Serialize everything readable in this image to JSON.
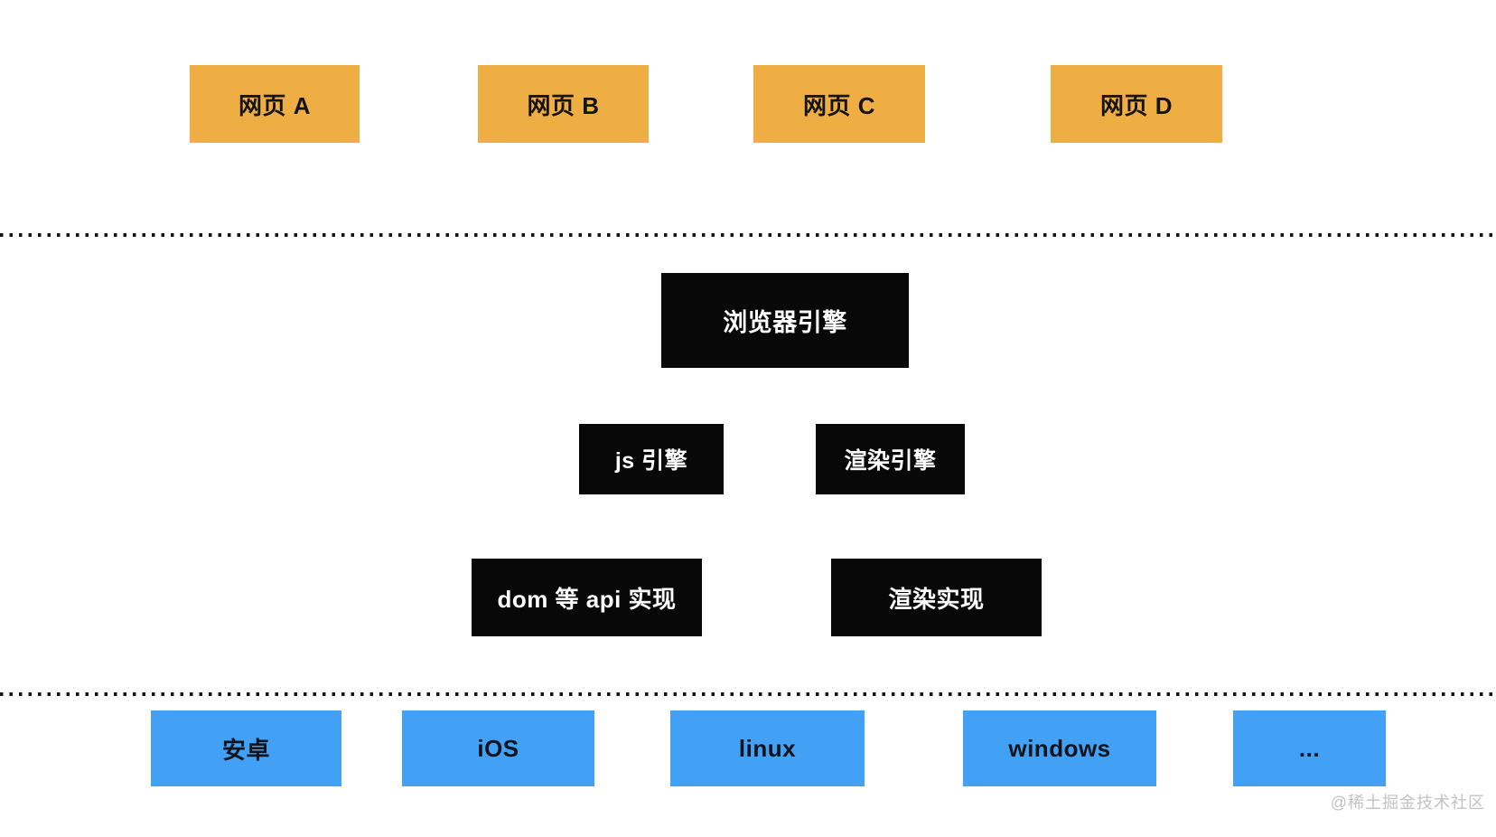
{
  "colors": {
    "webpage_box": "#efae44",
    "engine_box": "#080808",
    "platform_box": "#42a1f5",
    "dark_text": "#141414",
    "light_text": "#ffffff",
    "divider": "#151515",
    "watermark": "#c2c2c2"
  },
  "webpages": [
    {
      "label": "网页 A"
    },
    {
      "label": "网页 B"
    },
    {
      "label": "网页 C"
    },
    {
      "label": "网页 D"
    }
  ],
  "browser_engine": {
    "label": "浏览器引擎"
  },
  "engines": {
    "js": {
      "label": "js 引擎"
    },
    "render": {
      "label": "渲染引擎"
    }
  },
  "implementations": {
    "dom_api": {
      "label": "dom 等 api 实现"
    },
    "render": {
      "label": "渲染实现"
    }
  },
  "platforms": [
    {
      "label": "安卓"
    },
    {
      "label": "iOS"
    },
    {
      "label": "linux"
    },
    {
      "label": "windows"
    },
    {
      "label": "..."
    }
  ],
  "watermark": {
    "text": "@稀土掘金技术社区"
  }
}
